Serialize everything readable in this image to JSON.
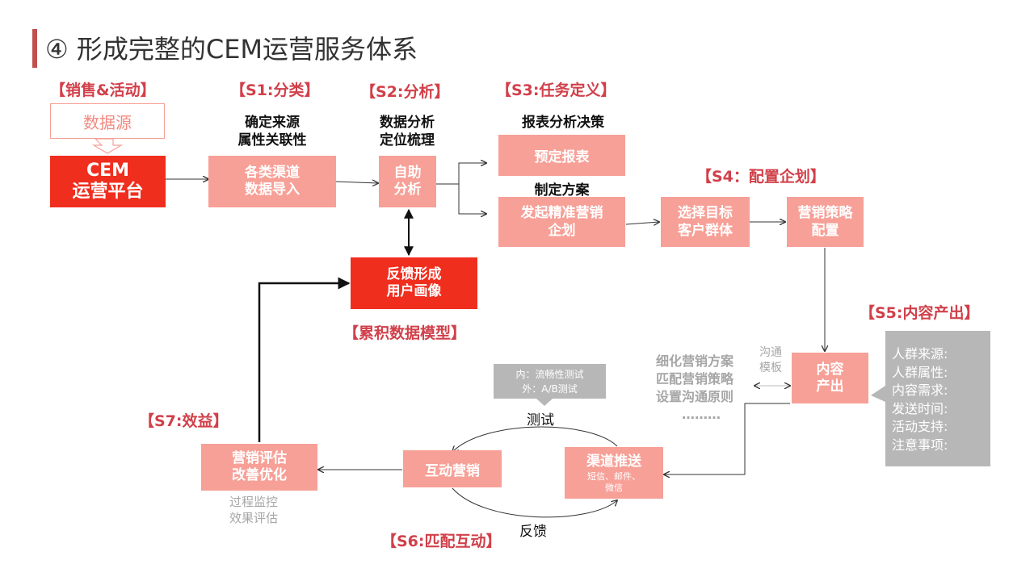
{
  "title": "④ 形成完整的CEM运营服务体系",
  "colors": {
    "accent": "#c0504d",
    "box": "#f7a097",
    "box_strong": "#f02e1e",
    "section": "#d1404a",
    "gray": "#a6a6a6"
  },
  "sections": {
    "s0": "【销售&活动】",
    "s1": "【S1:分类】",
    "s2": "【S2:分析】",
    "s3": "【S3:任务定义】",
    "s4": "【S4：配置企划】",
    "s5": "【S5:内容产出】",
    "s6": "【S6:匹配互动】",
    "s7": "【S7:效益】",
    "model": "【累积数据模型】"
  },
  "datasource": "数据源",
  "boxes": {
    "cem": [
      "CEM",
      "运营平台"
    ],
    "import": [
      "各类渠道",
      "数据导入"
    ],
    "self_analysis": [
      "自助",
      "分析"
    ],
    "report": "预定报表",
    "plan": [
      "发起精准营销",
      "企划"
    ],
    "target": [
      "选择目标",
      "客户群体"
    ],
    "strategy": [
      "营销策略",
      "配置"
    ],
    "feedback": [
      "反馈形成",
      "用户画像"
    ],
    "content": [
      "内容",
      "产出"
    ],
    "push": "渠道推送",
    "push_sub": [
      "短信、邮件、",
      "微信"
    ],
    "interact": "互动营销",
    "eval": [
      "营销评估",
      "改善优化"
    ]
  },
  "captions": {
    "s1": [
      "确定来源",
      "属性关联性"
    ],
    "s2": [
      "数据分析",
      "定位梳理"
    ],
    "s3_report": "报表分析决策",
    "s3_plan": "制定方案",
    "detail": [
      "细化营销方案",
      "匹配营销策略",
      "设置沟通原则",
      "………"
    ],
    "template": [
      "沟通",
      "模板"
    ],
    "test_bubble": [
      "内：流畅性测试",
      "外：A/B测试"
    ],
    "test": "测试",
    "feedback_label": "反馈",
    "monitor": [
      "过程监控",
      "效果评估"
    ]
  },
  "content_list": [
    "人群来源:",
    "人群属性:",
    "内容需求:",
    "发送时间:",
    "活动支持:",
    "注意事项:"
  ]
}
